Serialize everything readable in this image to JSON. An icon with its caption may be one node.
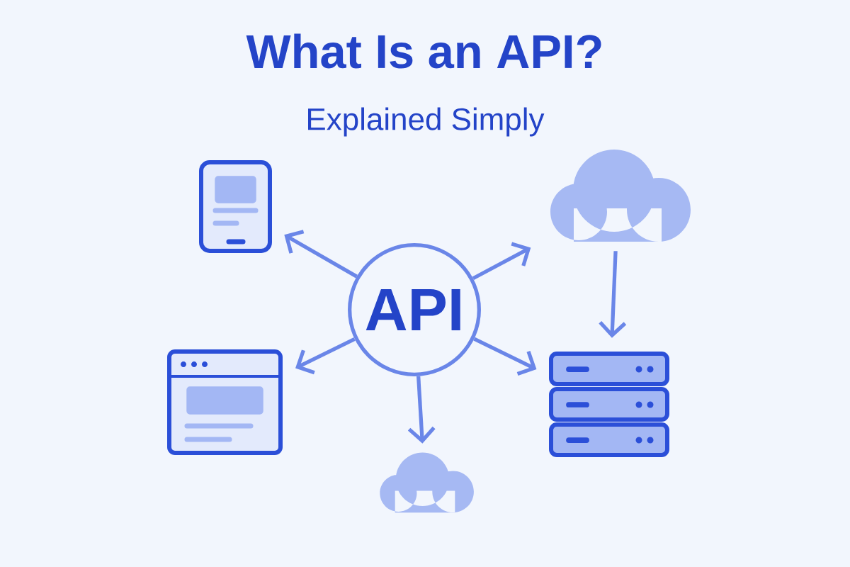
{
  "diagram": {
    "title": "What Is an API?",
    "nodes": [
      {
        "text": [],
        "shape": "picture"
      },
      {
        "text": [],
        "shape": "cloud"
      },
      {
        "text": [
          "API"
        ]
      },
      {
        "text": [],
        "shape": "picture"
      },
      {
        "text": [],
        "shape": "picture"
      },
      {
        "text": [],
        "shape": "cloud"
      }
    ],
    "edges": [
      {
        "from": 2,
        "to": 0,
        "arrow": "to"
      },
      {
        "from": 2,
        "to": 1,
        "arrow": "to"
      },
      {
        "from": 2,
        "to": 3,
        "arrow": "to"
      },
      {
        "from": 2,
        "to": 4,
        "arrow": "to"
      },
      {
        "from": 2,
        "to": 5,
        "arrow": "to"
      },
      {
        "from": 1,
        "to": 4,
        "arrow": "to"
      }
    ],
    "labels": [
      "Explained Simply"
    ]
  }
}
